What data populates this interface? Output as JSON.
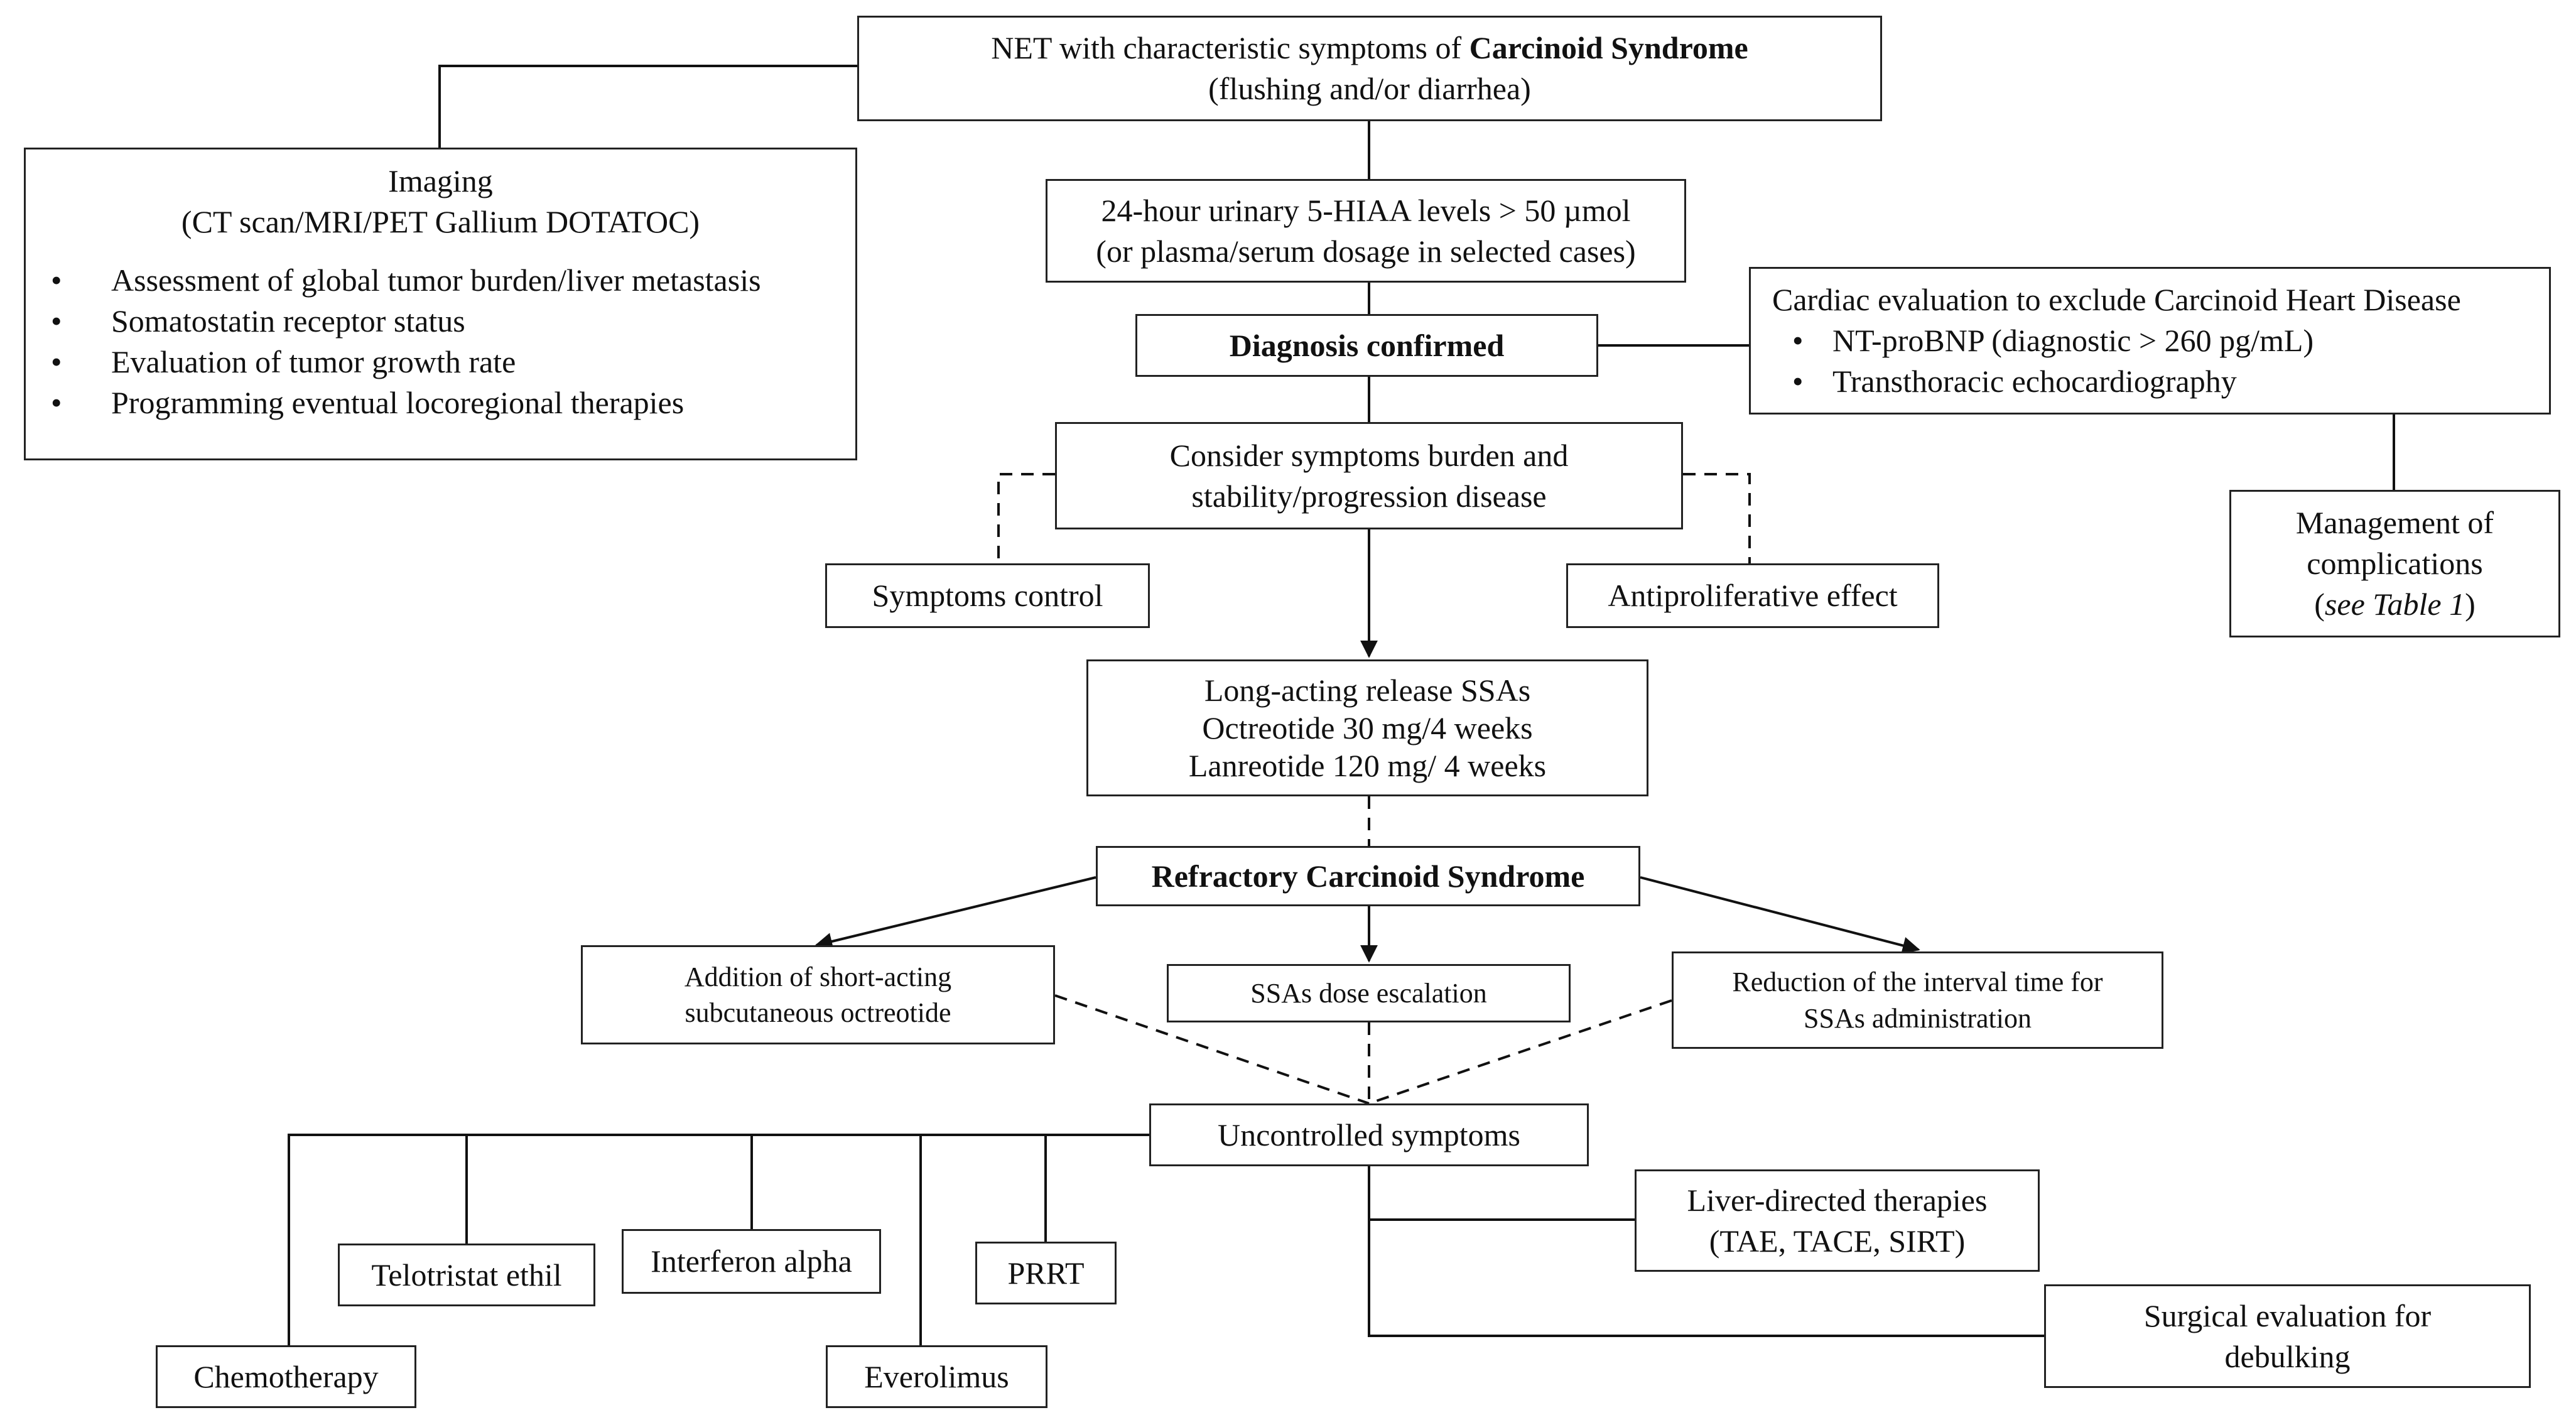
{
  "net_box": {
    "line1_prefix": "NET with characteristic symptoms of ",
    "line1_bold": "Carcinoid Syndrome",
    "line2": "(flushing and/or diarrhea)"
  },
  "imaging_box": {
    "title": "Imaging",
    "subtitle": "(CT scan/MRI/PET Gallium DOTATOC)",
    "bullet": "•",
    "items": [
      "Assessment of global tumor burden/liver metastasis",
      "Somatostatin receptor status",
      "Evaluation of tumor growth rate",
      "Programming eventual locoregional therapies"
    ]
  },
  "hiaa_box": {
    "line1": "24-hour urinary 5-HIAA levels > 50 µmol",
    "line2": "(or plasma/serum dosage in selected cases)"
  },
  "diagnosis_box": {
    "label": "Diagnosis confirmed"
  },
  "cardiac_box": {
    "title": "Cardiac evaluation to exclude Carcinoid Heart Disease",
    "bullet": "•",
    "items": [
      "NT-proBNP (diagnostic > 260 pg/mL)",
      "Transthoracic echocardiography"
    ]
  },
  "management_box": {
    "line1": "Management of",
    "line2": "complications",
    "line3_open": "(",
    "line3_italic": "see Table 1",
    "line3_close": ")"
  },
  "consider_box": {
    "line1": "Consider symptoms burden and",
    "line2": "stability/progression disease"
  },
  "symptoms_control_box": {
    "label": "Symptoms control"
  },
  "antiproliferative_box": {
    "label": "Antiproliferative effect"
  },
  "ssa_box": {
    "line1": "Long-acting release SSAs",
    "line2": "Octreotide 30 mg/4 weeks",
    "line3": "Lanreotide 120 mg/ 4 weeks"
  },
  "refractory_box": {
    "label": "Refractory Carcinoid Syndrome"
  },
  "short_acting_box": {
    "line1": "Addition of short-acting",
    "line2": "subcutaneous octreotide"
  },
  "dose_escalation_box": {
    "label": "SSAs dose escalation"
  },
  "interval_box": {
    "line1": "Reduction of the interval time for",
    "line2": "SSAs administration"
  },
  "uncontrolled_box": {
    "label": "Uncontrolled symptoms"
  },
  "telotristat_box": {
    "label": "Telotristat ethil"
  },
  "interferon_box": {
    "label": "Interferon alpha"
  },
  "prrt_box": {
    "label": "PRRT"
  },
  "chemotherapy_box": {
    "label": "Chemotherapy"
  },
  "everolimus_box": {
    "label": "Everolimus"
  },
  "liver_box": {
    "line1": "Liver-directed therapies",
    "line2": "(TAE, TACE, SIRT)"
  },
  "surgical_box": {
    "line1": "Surgical evaluation for",
    "line2": "debulking"
  }
}
